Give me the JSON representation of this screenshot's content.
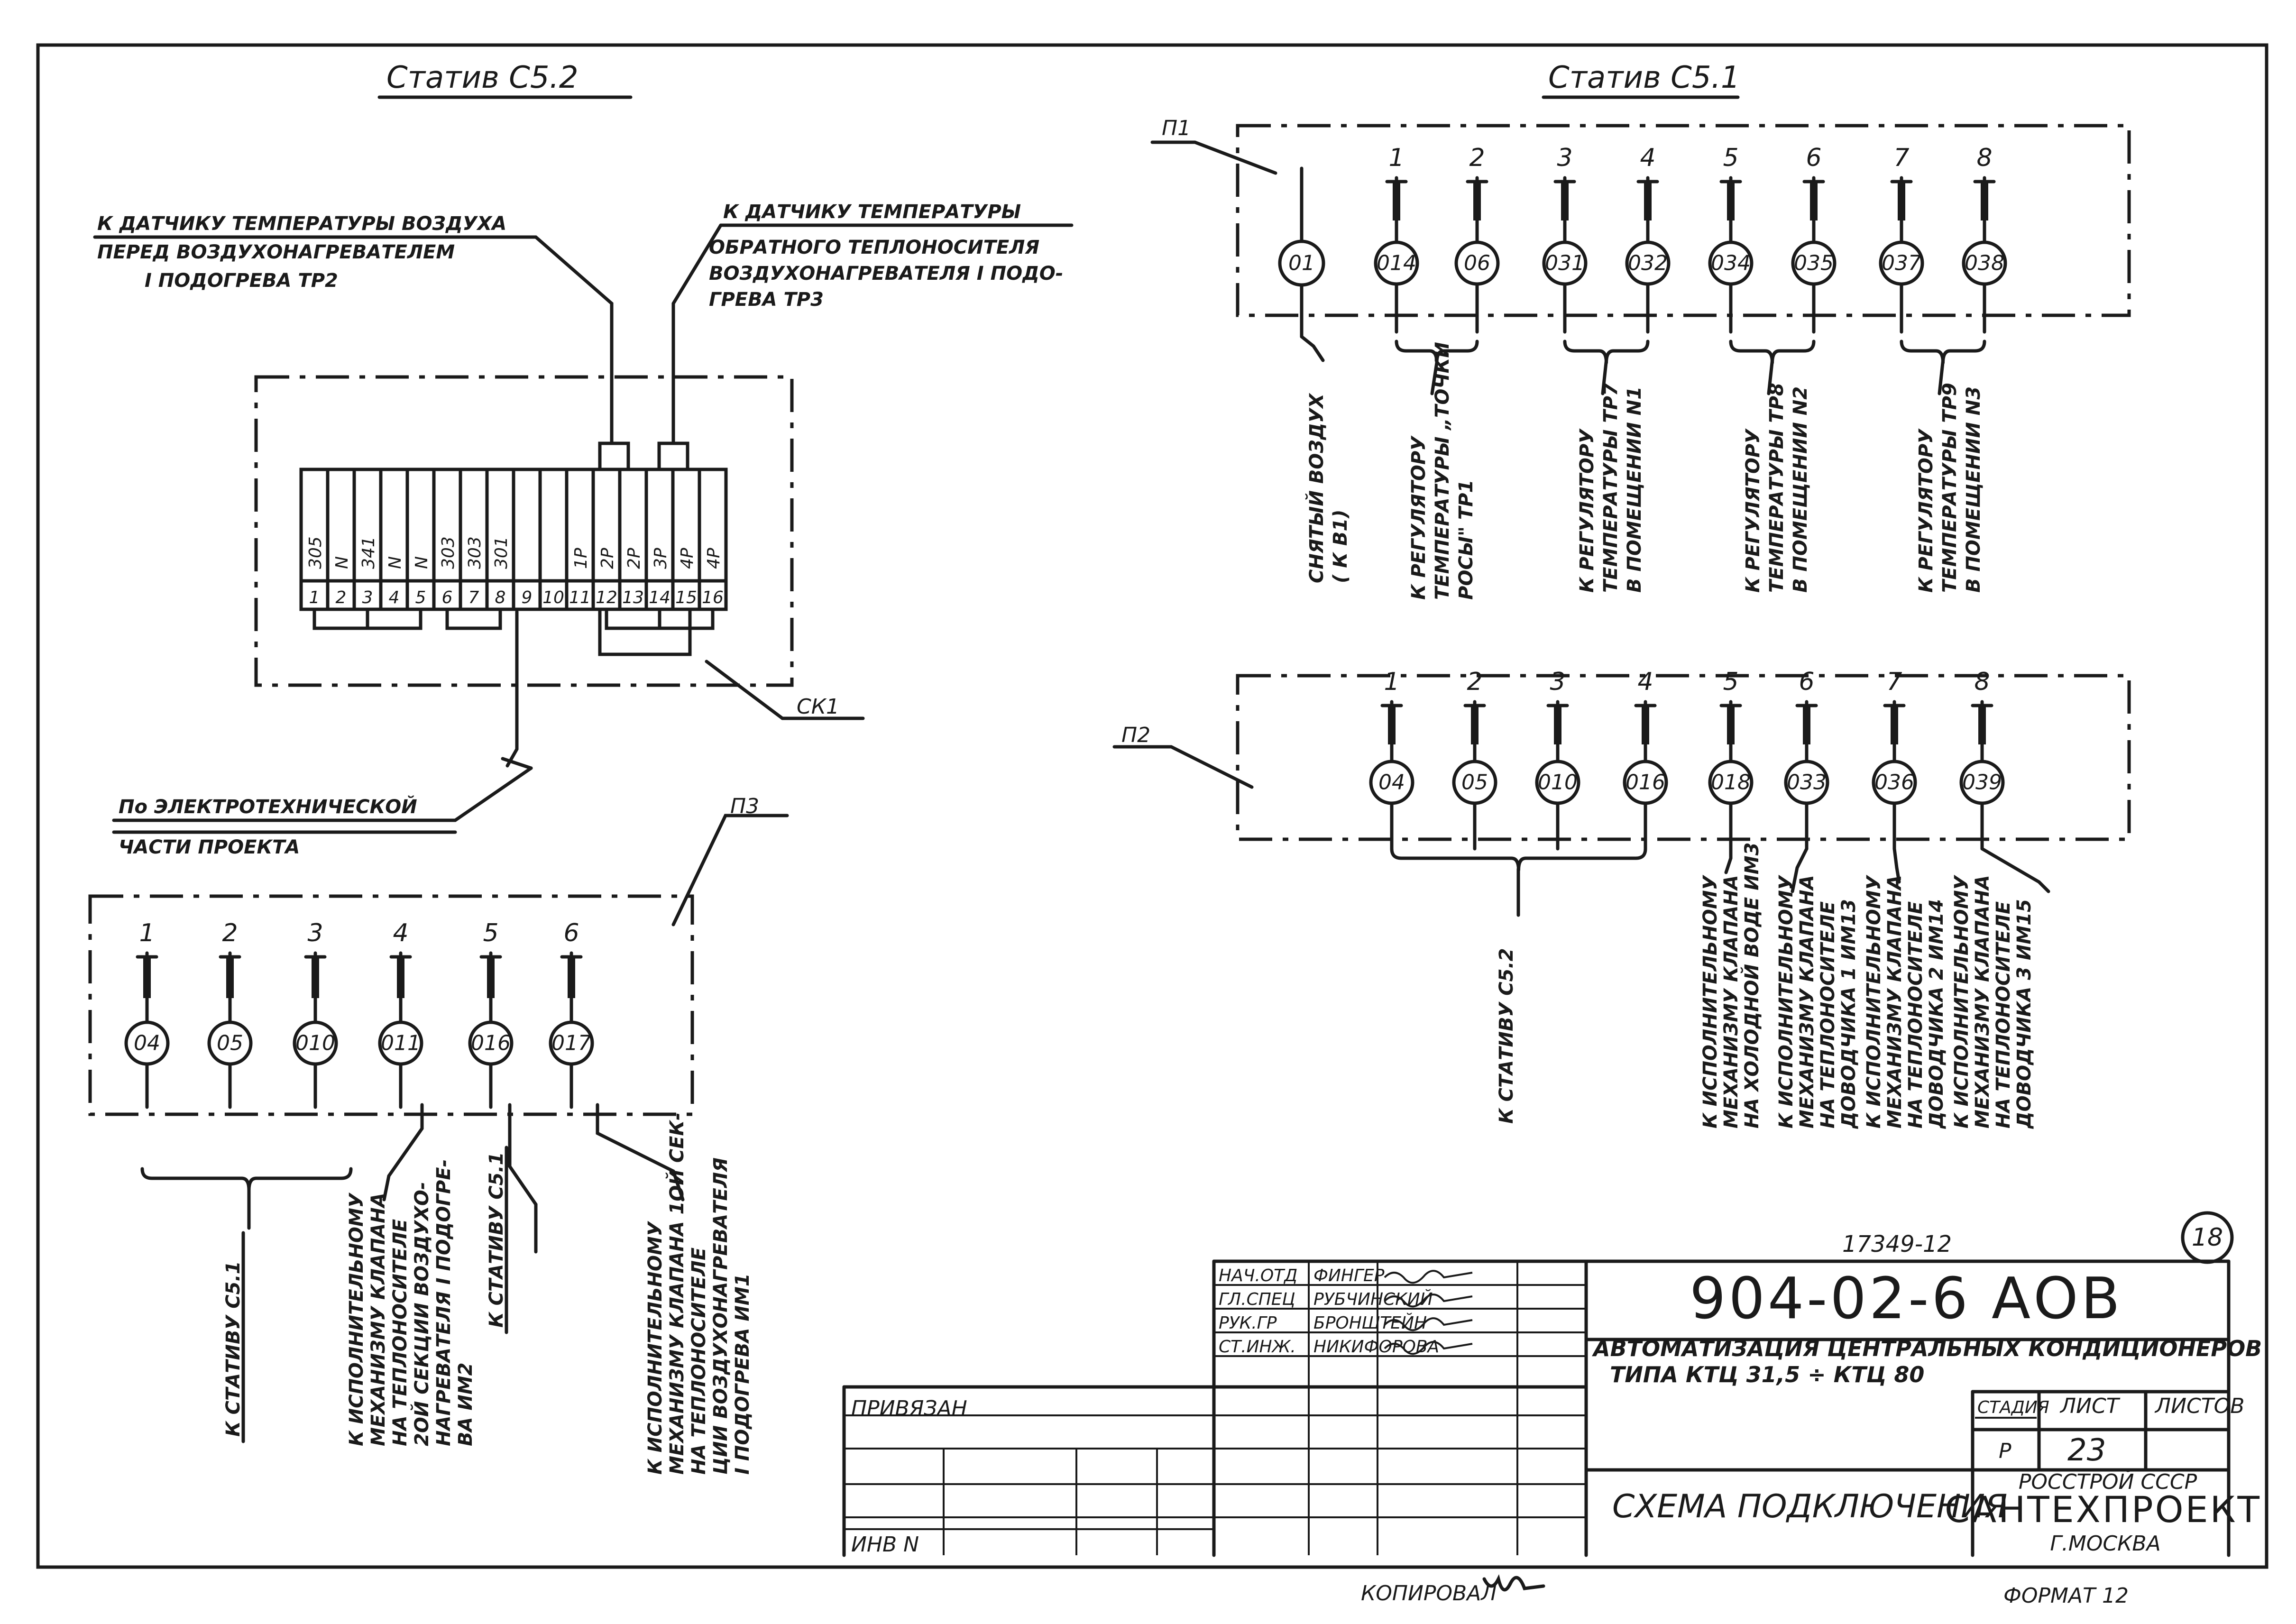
{
  "stand_c52": {
    "title": "Статив С5.2",
    "sensor_air": [
      "К ДАТЧИКУ ТЕМПЕРАТУРЫ ВОЗДУХА",
      "ПЕРЕД ВОЗДУХОНАГРЕВАТЕЛЕМ",
      "I ПОДОГРЕВА ТР2"
    ],
    "sensor_return": [
      "К ДАТЧИКУ ТЕМПЕРАТУРЫ",
      "ОБРАТНОГО ТЕПЛОНОСИТЕЛЯ",
      "ВОЗДУХОНАГРЕВАТЕЛЯ I ПОДО-",
      "ГРЕВА ТР3"
    ],
    "terminal_labels": [
      "305",
      "N",
      "341",
      "N",
      "N",
      "303",
      "303",
      "301",
      "",
      "",
      "1Р",
      "2Р",
      "2Р",
      "3Р",
      "4Р",
      "4Р"
    ],
    "terminal_numbers": [
      "1",
      "2",
      "3",
      "4",
      "5",
      "6",
      "7",
      "8",
      "9",
      "10",
      "11",
      "12",
      "13",
      "14",
      "15",
      "16"
    ],
    "box_label": "СК1",
    "electro_note": [
      "По ЭЛЕКТРОТЕХНИЧЕСКОЙ",
      "ЧАСТИ ПРОЕКТА"
    ]
  },
  "p3": {
    "label": "П3",
    "numbers": [
      "1",
      "2",
      "3",
      "4",
      "5",
      "6"
    ],
    "circles": [
      "04",
      "05",
      "010",
      "011",
      "016",
      "017"
    ],
    "notes": [
      [
        "К СТАТИВУ С5.1"
      ],
      [
        "К ИСПОЛНИТЕЛЬНОМУ",
        "МЕХАНИЗМУ КЛАПАНА",
        "НА ТЕПЛОНОСИТЕЛЕ",
        "2ОЙ СЕКЦИИ ВОЗДУХО-",
        "НАГРЕВАТЕЛЯ I ПОДОГРЕ-",
        "ВА ИМ2"
      ],
      [
        "К СТАТИВУ С5.1"
      ],
      [
        "К ИСПОЛНИТЕЛЬНОМУ",
        "МЕХАНИЗМУ КЛАПАНА 1ОЙ СЕК-",
        "НА ТЕПЛОНОСИТЕЛЕ",
        "ЦИИ ВОЗДУХОНАГРЕВАТЕЛЯ",
        "I ПОДОГРЕВА ИМ1"
      ]
    ]
  },
  "stand_c51": {
    "title": "Статив С5.1",
    "p1": {
      "label": "П1",
      "numbers": [
        "1",
        "2",
        "3",
        "4",
        "5",
        "6",
        "7",
        "8"
      ],
      "circles": [
        "01",
        "014",
        "06",
        "031",
        "032",
        "034",
        "035",
        "037",
        "038"
      ],
      "notes": [
        [
          "СНЯТЫЙ ВОЗДУХ",
          "( К В1)"
        ],
        [
          "К РЕГУЛЯТОРУ",
          "ТЕМПЕРАТУРЫ „ТОЧКИ",
          "РОСЫ\" ТР1"
        ],
        [
          "К РЕГУЛЯТОРУ",
          "ТЕМПЕРАТУРЫ ТР7",
          "В ПОМЕЩЕНИИ N1"
        ],
        [
          "К РЕГУЛЯТОРУ",
          "ТЕМПЕРАТУРЫ ТР8",
          "В ПОМЕЩЕНИИ N2"
        ],
        [
          "К РЕГУЛЯТОРУ",
          "ТЕМПЕРАТУРЫ ТР9",
          "В ПОМЕЩЕНИИ N3"
        ]
      ]
    },
    "p2": {
      "label": "П2",
      "numbers": [
        "1",
        "2",
        "3",
        "4",
        "5",
        "6",
        "7",
        "8"
      ],
      "circles": [
        "04",
        "05",
        "010",
        "016",
        "018",
        "033",
        "036",
        "039"
      ],
      "notes": [
        [
          "К СТАТИВУ С5.2"
        ],
        [
          "К ИСПОЛНИТЕЛЬНОМУ",
          "МЕХАНИЗМУ КЛАПАНА",
          "НА ХОЛОДНОЙ ВОДЕ ИМ3"
        ],
        [
          "К ИСПОЛНИТЕЛЬНОМУ",
          "МЕХАНИЗМУ КЛАПАНА",
          "НА ТЕПЛОНОСИТЕЛЕ",
          "ДОВОДЧИКА 1 ИМ13"
        ],
        [
          "К ИСПОЛНИТЕЛЬНОМУ",
          "МЕХАНИЗМУ КЛАПАНА",
          "НА ТЕПЛОНОСИТЕЛЕ",
          "ДОВОДЧИКА 2 ИМ14"
        ],
        [
          "К ИСПОЛНИТЕЛЬНОМУ",
          "МЕХАНИЗМУ КЛАПАНА",
          "НА ТЕПЛОНОСИТЕЛЕ",
          "ДОВОДЧИКА 3 ИМ15"
        ]
      ]
    }
  },
  "title_block": {
    "ref_number": "17349-12",
    "sheet_circle": "18",
    "roles": [
      "НАЧ.ОТД",
      "ГЛ.СПЕЦ",
      "РУК.ГР",
      "СТ.ИНЖ."
    ],
    "names": [
      "ФИНГЕР",
      "РУБЧИНСКИЙ",
      "БРОНШТЕЙН",
      "НИКИФОРОВА"
    ],
    "doc_code": "904-02-6 АОВ",
    "project_title": [
      "АВТОМАТИЗАЦИЯ ЦЕНТРАЛЬНЫХ КОНДИЦИОНЕРОВ",
      "ТИПА КТЦ 31,5 ÷ КТЦ 80"
    ],
    "col_stage": "СТАДИЯ",
    "col_sheet": "ЛИСТ",
    "col_sheets": "ЛИСТОВ",
    "stage": "Р",
    "sheet": "23",
    "sheets": "",
    "drawing_title": "СХЕМА ПОДКЛЮЧЕНИЯ",
    "org_ministry": "РОССТРОЙ СССР",
    "org_name": "САНТЕХПРОЕКТ",
    "org_city": "Г.МОСКВА",
    "bound": "ПРИВЯЗАН",
    "inv": "ИНВ N",
    "copied": "КОПИРОВАЛ",
    "format": "ФОРМАТ 12"
  }
}
